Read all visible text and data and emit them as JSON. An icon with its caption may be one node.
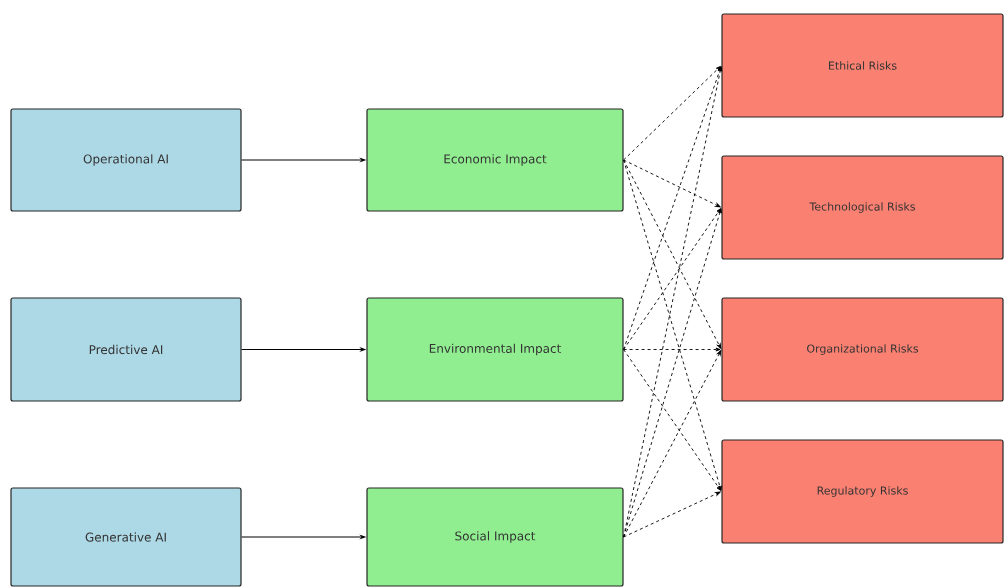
{
  "diagram": {
    "nodes": [
      {
        "text": [
          "Operational AI"
        ]
      },
      {
        "text": [
          "Predictive AI"
        ]
      },
      {
        "text": [
          "Generative AI"
        ]
      },
      {
        "text": [
          "Economic Impact"
        ]
      },
      {
        "text": [
          "Environmental Impact"
        ]
      },
      {
        "text": [
          "Social Impact"
        ]
      },
      {
        "text": [
          "Ethical Risks"
        ]
      },
      {
        "text": [
          "Technological Risks"
        ]
      },
      {
        "text": [
          "Organizational Risks"
        ]
      },
      {
        "text": [
          "Regulatory Risks"
        ]
      }
    ],
    "edges": [
      {
        "from": 0,
        "to": 3,
        "arrow": "to"
      },
      {
        "from": 1,
        "to": 4,
        "arrow": "to"
      },
      {
        "from": 2,
        "to": 5,
        "arrow": "to"
      },
      {
        "from": 3,
        "to": 6,
        "arrow": "to",
        "style": "dashed"
      },
      {
        "from": 3,
        "to": 7,
        "arrow": "to",
        "style": "dashed"
      },
      {
        "from": 3,
        "to": 8,
        "arrow": "to",
        "style": "dashed"
      },
      {
        "from": 3,
        "to": 9,
        "arrow": "to",
        "style": "dashed"
      },
      {
        "from": 4,
        "to": 6,
        "arrow": "to",
        "style": "dashed"
      },
      {
        "from": 4,
        "to": 7,
        "arrow": "to",
        "style": "dashed"
      },
      {
        "from": 4,
        "to": 8,
        "arrow": "to",
        "style": "dashed"
      },
      {
        "from": 4,
        "to": 9,
        "arrow": "to",
        "style": "dashed"
      },
      {
        "from": 5,
        "to": 6,
        "arrow": "to",
        "style": "dashed"
      },
      {
        "from": 5,
        "to": 7,
        "arrow": "to",
        "style": "dashed"
      },
      {
        "from": 5,
        "to": 8,
        "arrow": "to",
        "style": "dashed"
      },
      {
        "from": 5,
        "to": 9,
        "arrow": "to",
        "style": "dashed"
      }
    ]
  }
}
